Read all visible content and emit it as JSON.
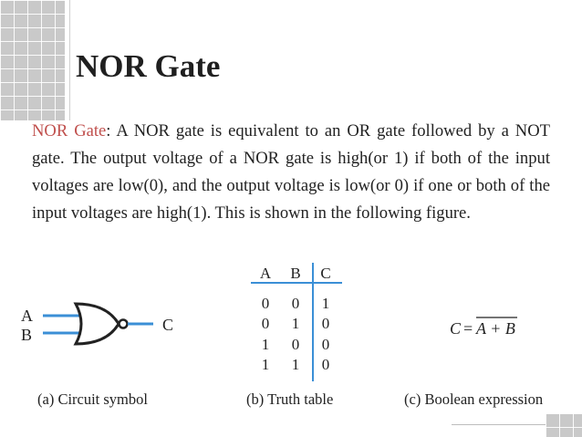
{
  "title": "NOR Gate",
  "paragraph": {
    "term": "NOR Gate",
    "text": ": A NOR gate is equivalent to an OR gate followed by a NOT gate. The output voltage of a NOR gate is high(or 1) if both of the input voltages are low(0), and the output voltage is low(or 0) if one or both of the input voltages are high(1).  This is shown in the following figure."
  },
  "circuit": {
    "input_a": "A",
    "input_b": "B",
    "output": "C"
  },
  "truth_table": {
    "headers": [
      "A",
      "B",
      "C"
    ],
    "rows": [
      [
        "0",
        "0",
        "1"
      ],
      [
        "0",
        "1",
        "0"
      ],
      [
        "1",
        "0",
        "0"
      ],
      [
        "1",
        "1",
        "0"
      ]
    ]
  },
  "boolean_expression": {
    "lhs": "C",
    "equals": "=",
    "rhs": "A + B"
  },
  "captions": {
    "circuit": "(a) Circuit symbol",
    "truth": "(b) Truth table",
    "boolean": "(c) Boolean expression"
  },
  "colors": {
    "accent": "#c0504d",
    "wire": "#3b8fd6",
    "truth_divider": "#3b8fd6",
    "decoration": "#c9c9c9"
  }
}
